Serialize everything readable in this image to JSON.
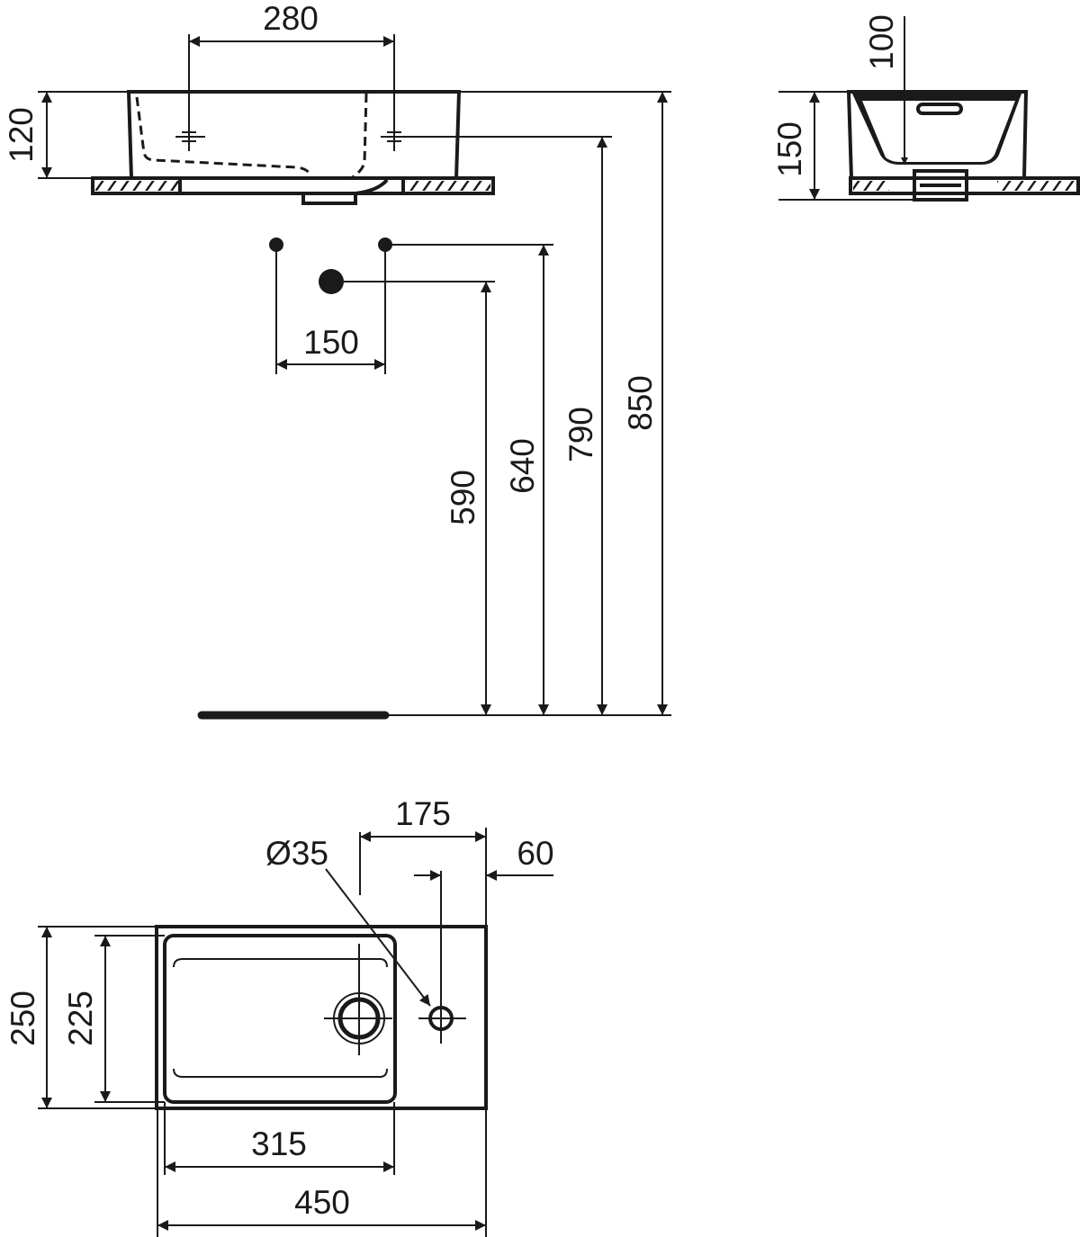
{
  "front_view": {
    "dim_tap_spacing": "280",
    "dim_basin_height": "120",
    "dim_supply_spacing": "150",
    "dim_waste_height": "590",
    "dim_supply_height": "640",
    "dim_tap_height": "790",
    "dim_rim_height": "850"
  },
  "side_view": {
    "dim_overflow_depth": "100",
    "dim_height": "150"
  },
  "plan_view": {
    "dim_tap_offset": "175",
    "dim_tap_hole_diameter": "Ø35",
    "dim_tap_edge": "60",
    "dim_depth": "250",
    "dim_bowl_depth": "225",
    "dim_bowl_width": "315",
    "dim_width": "450"
  },
  "colors": {
    "line": "#1a1a1a",
    "background": "#ffffff"
  }
}
